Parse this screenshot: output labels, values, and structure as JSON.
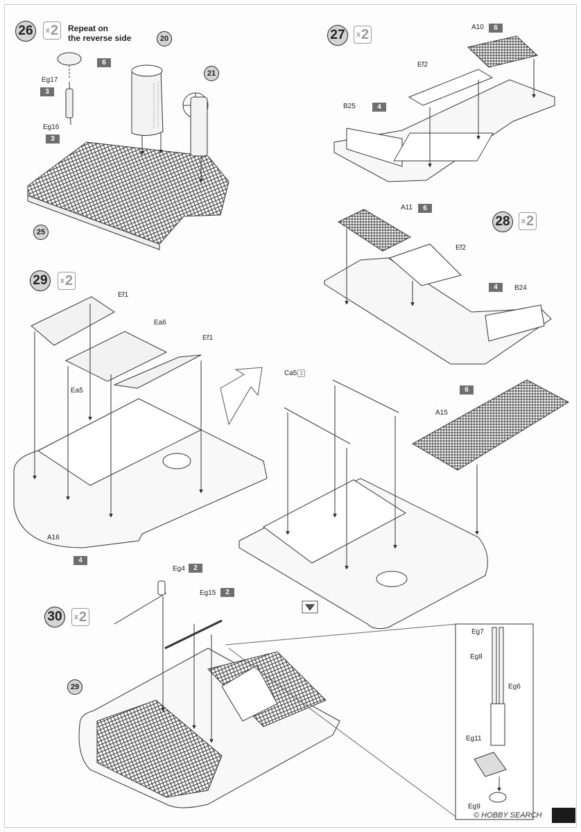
{
  "steps": [
    {
      "num": "26",
      "multiplier": "2",
      "note_line1": "Repeat on",
      "note_line2": "the reverse side"
    },
    {
      "num": "27",
      "multiplier": "2"
    },
    {
      "num": "28",
      "multiplier": "2"
    },
    {
      "num": "29",
      "multiplier": "2"
    },
    {
      "num": "30",
      "multiplier": "2"
    }
  ],
  "x_symbol": "x",
  "assembly_refs": {
    "r20": "20",
    "r21": "21",
    "r25": "25",
    "r29": "29"
  },
  "parts": {
    "Eg17": "Eg17",
    "Eg16": "Eg16",
    "A10": "A10",
    "Ef2a": "Ef2",
    "B25": "B25",
    "A11": "A11",
    "Ef2b": "Ef2",
    "B24": "B24",
    "Ef1a": "Ef1",
    "Ea6": "Ea6",
    "Ef1b": "Ef1",
    "Ea5": "Ea5",
    "A16": "A16",
    "Ca5": "Ca5",
    "Ca5_mult": "2",
    "A15": "A15",
    "Eg4": "Eg4",
    "Eg15": "Eg15",
    "Eg7": "Eg7",
    "Eg8": "Eg8",
    "Eg6": "Eg6",
    "Eg11": "Eg11",
    "Eg9": "Eg9"
  },
  "paint_codes": {
    "eg17": "6",
    "eg17b": "3",
    "eg16": "3",
    "a10": "6",
    "b25": "4",
    "a11": "6",
    "b24": "4",
    "a16": "4",
    "a15": "6",
    "eg4": "2",
    "eg15": "2"
  },
  "footer": {
    "watermark": "© HOBBY SEARCH"
  },
  "colors": {
    "paint_box": "#6e6e6e",
    "step_circle": "#d4d4d4",
    "multiplier": "#999999"
  }
}
